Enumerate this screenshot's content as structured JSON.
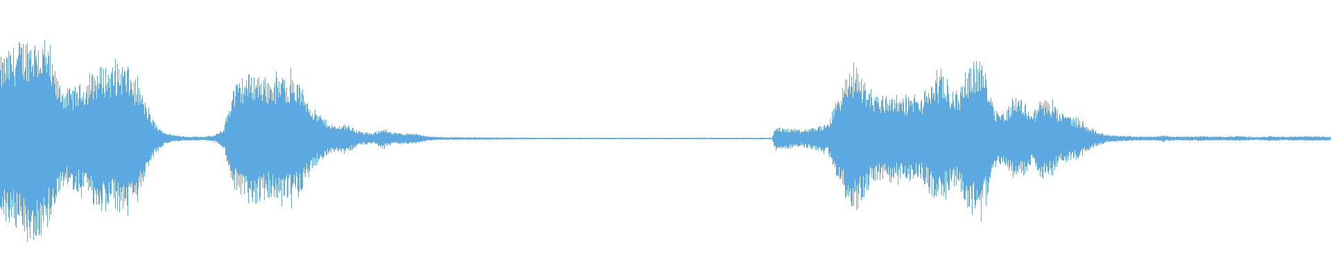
{
  "waveform": {
    "color": "#5ca8e0",
    "background": "#ffffff",
    "amplitude_scale": [
      0,
      1
    ],
    "envelope": {
      "t": [
        0.0,
        0.007,
        0.014,
        0.021,
        0.028,
        0.035,
        0.042,
        0.049,
        0.056,
        0.063,
        0.07,
        0.077,
        0.084,
        0.091,
        0.098,
        0.105,
        0.112,
        0.119,
        0.126,
        0.133,
        0.14,
        0.147,
        0.154,
        0.161,
        0.168,
        0.175,
        0.182,
        0.189,
        0.196,
        0.203,
        0.21,
        0.217,
        0.224,
        0.231,
        0.238,
        0.245,
        0.252,
        0.259,
        0.266,
        0.273,
        0.28,
        0.287,
        0.294,
        0.301,
        0.308,
        0.315,
        0.322,
        0.33,
        0.4,
        0.5,
        0.58,
        0.583,
        0.587,
        0.594,
        0.601,
        0.608,
        0.615,
        0.622,
        0.629,
        0.636,
        0.643,
        0.65,
        0.657,
        0.664,
        0.671,
        0.678,
        0.685,
        0.692,
        0.699,
        0.706,
        0.713,
        0.72,
        0.727,
        0.734,
        0.741,
        0.748,
        0.755,
        0.762,
        0.769,
        0.776,
        0.783,
        0.79,
        0.797,
        0.804,
        0.811,
        0.818,
        0.825,
        0.832,
        0.839,
        0.846,
        0.853,
        0.86,
        0.867,
        0.874,
        0.881,
        0.888,
        0.895,
        0.902,
        0.909,
        0.916,
        0.923,
        0.93,
        0.937,
        0.944,
        0.951,
        0.958,
        0.965,
        0.972,
        0.979,
        0.986,
        0.993,
        1.0
      ],
      "a": [
        0.78,
        0.86,
        0.95,
        1.0,
        0.98,
        0.9,
        0.6,
        0.48,
        0.5,
        0.55,
        0.65,
        0.72,
        0.7,
        0.75,
        0.65,
        0.5,
        0.25,
        0.1,
        0.05,
        0.03,
        0.02,
        0.02,
        0.02,
        0.03,
        0.1,
        0.5,
        0.6,
        0.65,
        0.62,
        0.58,
        0.6,
        0.62,
        0.55,
        0.4,
        0.25,
        0.18,
        0.12,
        0.15,
        0.1,
        0.06,
        0.05,
        0.1,
        0.06,
        0.05,
        0.06,
        0.04,
        0.02,
        0.015,
        0.008,
        0.008,
        0.008,
        0.12,
        0.1,
        0.1,
        0.08,
        0.1,
        0.12,
        0.14,
        0.4,
        0.6,
        0.72,
        0.55,
        0.45,
        0.42,
        0.45,
        0.38,
        0.42,
        0.4,
        0.55,
        0.62,
        0.5,
        0.45,
        0.7,
        0.8,
        0.65,
        0.3,
        0.25,
        0.42,
        0.38,
        0.25,
        0.4,
        0.35,
        0.25,
        0.22,
        0.18,
        0.12,
        0.07,
        0.04,
        0.03,
        0.025,
        0.02,
        0.02,
        0.02,
        0.03,
        0.02,
        0.02,
        0.02,
        0.025,
        0.02,
        0.02,
        0.02,
        0.025,
        0.02,
        0.015,
        0.02,
        0.025,
        0.02,
        0.02,
        0.02,
        0.025,
        0.02,
        0.02
      ]
    }
  }
}
